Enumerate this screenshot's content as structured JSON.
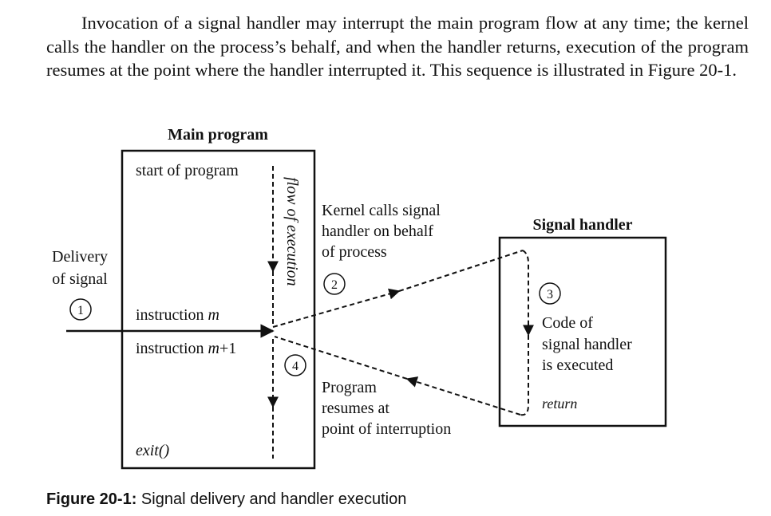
{
  "paragraph": "Invocation of a signal handler may interrupt the main program flow at any time; the kernel calls the handler on the process’s behalf, and when the handler returns, execution of the program resumes at the point where the handler interrupted it. This sequence is illustrated in Figure 20-1.",
  "figure": {
    "main_program_title": "Main program",
    "start_of_program": "start of program",
    "flow_of_execution": "flow of execution",
    "instruction_m_prefix": "instruction ",
    "instruction_m_var": "m",
    "instruction_m1_prefix": "instruction ",
    "instruction_m1_var": "m",
    "instruction_m1_suffix": "+1",
    "exit": "exit()",
    "delivery_line1": "Delivery",
    "delivery_line2": "of signal",
    "step1": "1",
    "step2": "2",
    "step3": "3",
    "step4": "4",
    "kernel_line1": "Kernel calls signal",
    "kernel_line2": "handler on behalf",
    "kernel_line3": "of process",
    "signal_handler_title": "Signal handler",
    "code_line1": "Code of",
    "code_line2": "signal handler",
    "code_line3": "is executed",
    "return": "return",
    "resume_line1": "Program",
    "resume_line2": "resumes at",
    "resume_line3": "point of interruption"
  },
  "caption": {
    "label": "Figure 20-1:",
    "text": " Signal delivery and handler execution"
  }
}
